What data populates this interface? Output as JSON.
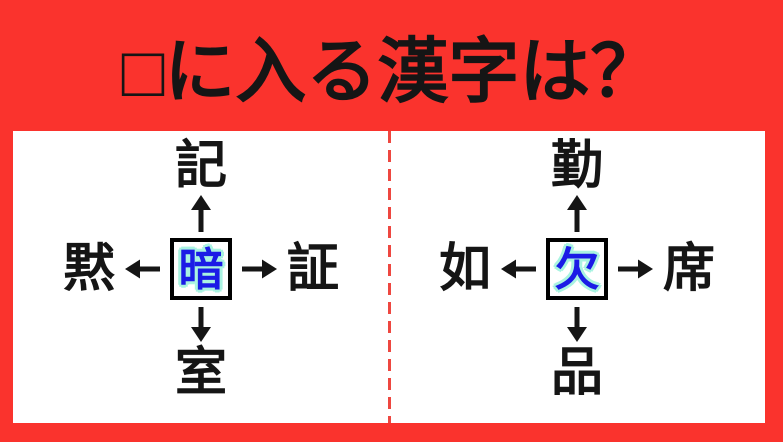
{
  "title": "□に入る漢字は？",
  "colors": {
    "background_red": "#fa332d",
    "panel_white": "#ffffff",
    "ink_black": "#151515",
    "answer_blue": "#1b1be6",
    "answer_glow": "#a9f3e1",
    "divider_red": "#ee4740"
  },
  "puzzles": [
    {
      "top": "記",
      "left": "黙",
      "center": "暗",
      "right": "証",
      "bottom": "室"
    },
    {
      "top": "勤",
      "left": "如",
      "center": "欠",
      "right": "席",
      "bottom": "品"
    }
  ],
  "icons": {
    "up_arrow": "↑",
    "down_arrow": "↓",
    "left_arrow": "←",
    "right_arrow": "→"
  }
}
